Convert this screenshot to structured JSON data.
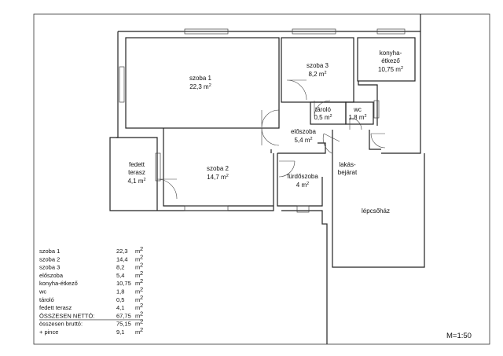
{
  "rooms": [
    {
      "id": "szoba1",
      "name": "szoba 1",
      "area": "22,3",
      "unit": "m",
      "sup": "2"
    },
    {
      "id": "szoba2",
      "name": "szoba 2",
      "area": "14,7",
      "unit": "m",
      "sup": "2"
    },
    {
      "id": "szoba3",
      "name": "szoba 3",
      "area": "8,2",
      "unit": "m",
      "sup": "2"
    },
    {
      "id": "konyha",
      "name1": "konyha-",
      "name2": "étkező",
      "area": "10,75",
      "unit": "m",
      "sup": "2"
    },
    {
      "id": "tarolo",
      "name": "tároló",
      "area": "0,5",
      "unit": "m",
      "sup": "2"
    },
    {
      "id": "wc",
      "name": "wc",
      "area": "1,8",
      "unit": "m",
      "sup": "2"
    },
    {
      "id": "eloszoba",
      "name": "előszoba",
      "area": "5,4",
      "unit": "m",
      "sup": "2"
    },
    {
      "id": "furdoszoba",
      "name": "fürdőszoba",
      "area": "4",
      "unit": "m",
      "sup": "2"
    },
    {
      "id": "terasz",
      "name1": "fedett",
      "name2": "terasz",
      "area": "4,1",
      "unit": "m",
      "sup": "2"
    }
  ],
  "labels": {
    "bejarat1": "lakás-",
    "bejarat2": "bejárat",
    "lepcsohaz": "lépcsőház",
    "scale": "M=1:50"
  },
  "area_table": {
    "rows": [
      {
        "name": "szoba 1",
        "value": "22,3",
        "unit": "m",
        "sup": "2"
      },
      {
        "name": "szoba 2",
        "value": "14,4",
        "unit": "m",
        "sup": "2"
      },
      {
        "name": "szoba 3",
        "value": "8,2",
        "unit": "m",
        "sup": "2"
      },
      {
        "name": "előszoba",
        "value": "5,4",
        "unit": "m",
        "sup": "2"
      },
      {
        "name": "konyha-étkező",
        "value": "10,75",
        "unit": "m",
        "sup": "2"
      },
      {
        "name": "wc",
        "value": "1,8",
        "unit": "m",
        "sup": "2"
      },
      {
        "name": "tároló",
        "value": "0,5",
        "unit": "m",
        "sup": "2"
      },
      {
        "name": "fedett terasz",
        "value": "4,1",
        "unit": "m",
        "sup": "2"
      }
    ],
    "net_total": {
      "name": "ÖSSZESEN NETTÓ:",
      "value": "67,75",
      "unit": "m",
      "sup": "2"
    },
    "gross_total": {
      "name": "összesen bruttó:",
      "value": "75,15",
      "unit": "m",
      "sup": "2"
    },
    "cellar": {
      "name": "+ pince",
      "value": "9,1",
      "unit": "m",
      "sup": "2"
    }
  }
}
